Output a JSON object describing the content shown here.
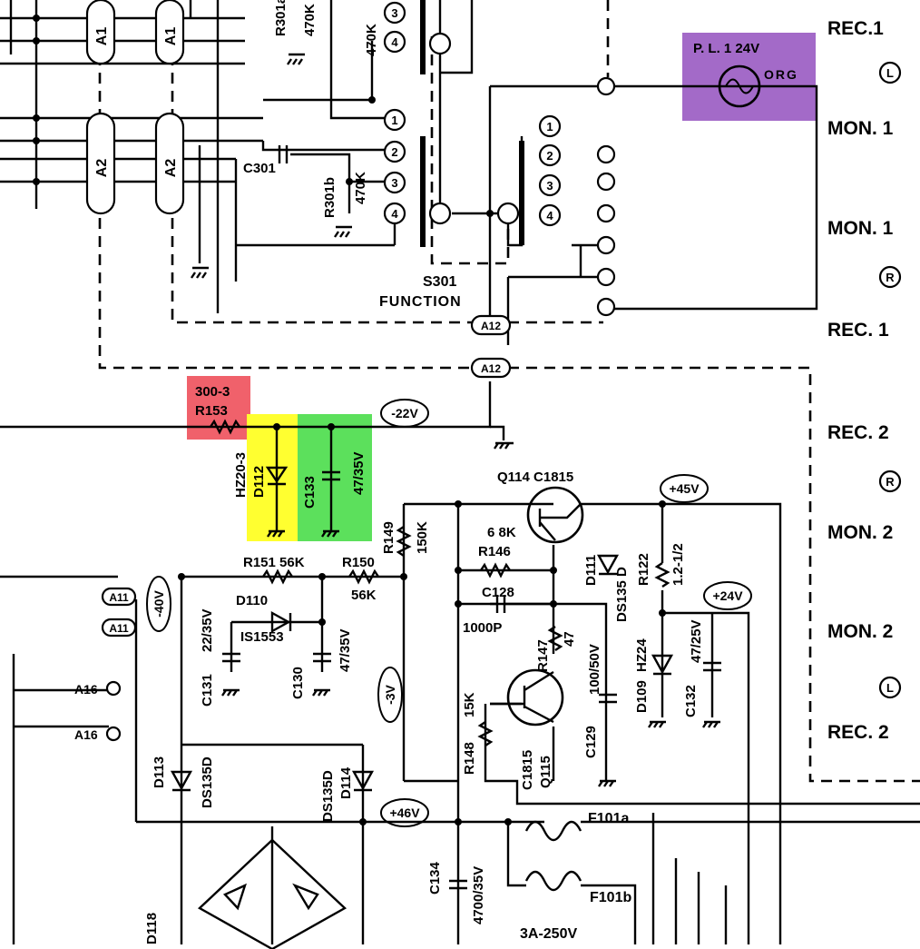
{
  "highlights": {
    "r153": {
      "color": "#f0616b"
    },
    "d112": {
      "color": "#ffff30"
    },
    "c133": {
      "color": "#5ce05c"
    },
    "pl1": {
      "color": "#a36ac8"
    }
  },
  "connectors": {
    "a1": "A1",
    "a2": "A2",
    "a11": "A11",
    "a12": "A12",
    "a16": "A16"
  },
  "terminals": {
    "t1": "1",
    "t2": "2",
    "t3": "3",
    "t4": "4"
  },
  "components": {
    "r301a": "R301a",
    "r301a_val": "470K",
    "r301_470k": "470K",
    "c301": "C301",
    "r301b": "R301b",
    "r301b_val": "470K",
    "s301": "S301",
    "function": "FUNCTION",
    "pl1": "P. L. 1  24V",
    "org": "ORG",
    "r153_code": "300-3",
    "r153": "R153",
    "hz": "HZ20-3",
    "d112": "D112",
    "c133": "C133",
    "c133_val": "47/35V",
    "q114": "Q114  C1815",
    "r149": "R149",
    "r149_val": "150K",
    "r146_val": "6 8K",
    "r146": "R146",
    "c128": "C128",
    "c128_val": "1000P",
    "d111": "D111",
    "ds135d_a": "DS135 D",
    "r122": "R122",
    "r122_val": "1.2-1/2",
    "r151": "R151 56K",
    "r150": "R150",
    "r150_val": "56K",
    "d110": "D110",
    "is1553": "IS1553",
    "c131": "C131",
    "c131_val": "22/35V",
    "c130": "C130",
    "c130_val": "47/35V",
    "r147": "R147",
    "r147_val": "47",
    "c129": "C129",
    "c129_val": "100/50V",
    "d109": "D109",
    "hz24": "HZ24",
    "c132": "C132",
    "c132_val": "47/25V",
    "r148": "R148",
    "r148_val": "15K",
    "c1815": "C1815",
    "q115": "Q115",
    "d113": "D113",
    "ds135d_b": "DS135D",
    "ds135d_c": "DS135D",
    "d114": "D114",
    "f101a": "F101a",
    "f101b": "F101b",
    "c134": "C134",
    "c134_val": "4700/35V",
    "fuse_rating": "3A-250V",
    "d118": "D118"
  },
  "voltages": {
    "m22": "-22V",
    "p45": "+45V",
    "p24": "+24V",
    "m40": "-40V",
    "m3": "-3V",
    "p46": "+46V"
  },
  "jacks": {
    "rec1_top": "REC.1",
    "l_top": "L",
    "mon1_a": "MON. 1",
    "mon1_b": "MON. 1",
    "r_top": "R",
    "rec1_bot": "REC. 1",
    "rec2_top": "REC. 2",
    "r_bot": "R",
    "mon2_a": "MON. 2",
    "mon2_b": "MON. 2",
    "l_bot": "L",
    "rec2_bot": "REC. 2"
  }
}
